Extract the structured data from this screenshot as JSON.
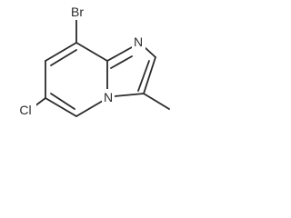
{
  "molecule": {
    "atoms": {
      "bromine": "Br",
      "chlorine": "Cl",
      "imidazole_nitrogen": "N",
      "bridgehead_nitrogen": "N"
    }
  }
}
